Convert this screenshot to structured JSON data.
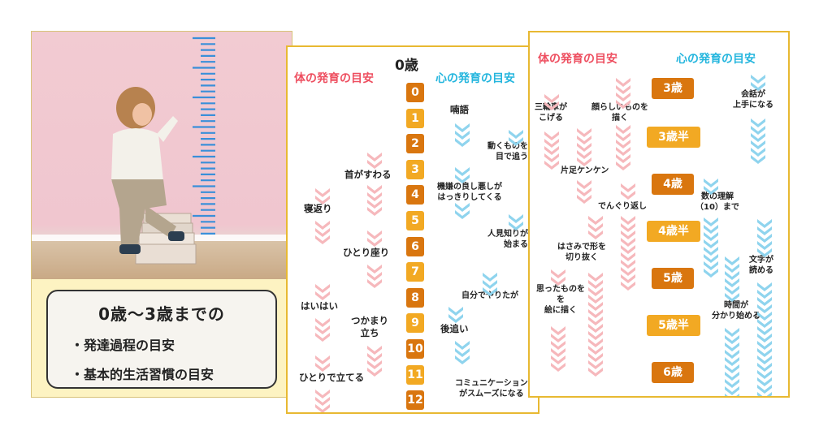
{
  "card1": {
    "caption": {
      "title": "0歳〜3歳までの",
      "lines": [
        "・発達過程の目安",
        "・基本的生活習慣の目安"
      ]
    }
  },
  "card2": {
    "title": "0歳",
    "body_header": "体の発育の目安",
    "mind_header": "心の発育の目安",
    "ages": [
      "0",
      "1",
      "2",
      "3",
      "4",
      "5",
      "6",
      "7",
      "8",
      "9",
      "10",
      "11",
      "12"
    ],
    "body_milestones": [
      "首がすわる",
      "寝返り",
      "ひとり座り",
      "はいはい",
      "つかまり\n立ち",
      "ひとりで立てる"
    ],
    "mind_milestones": [
      "喃語",
      "動くものを\n目で追う",
      "機嫌の良し悪しが\nはっきりしてくる",
      "人見知りが\n始まる",
      "自分でやりたが",
      "後追い",
      "コミュニケーション\nがスムーズになる"
    ]
  },
  "card3": {
    "body_header": "体の発育の目安",
    "mind_header": "心の発育の目安",
    "ages": [
      "3歳",
      "3歳半",
      "4歳",
      "4歳半",
      "5歳",
      "5歳半",
      "6歳"
    ],
    "body_milestones": [
      "三輪車が\nこげる",
      "顔らしいものを\n描く",
      "片足ケンケン",
      "でんぐり返し",
      "はさみで形を\n切り抜く",
      "思ったものを\nを\n絵に描く"
    ],
    "mind_milestones": [
      "会話が\n上手になる",
      "数の理解\n（10）まで",
      "文字が\n読める",
      "時間が\n分かり始める"
    ]
  },
  "colors": {
    "body": "#ee4f60",
    "mind": "#25b6de",
    "age_dark": "#d9760f",
    "age_light": "#f2a923",
    "pink_chevron": "#f6b8bc",
    "blue_chevron": "#8fd4ee",
    "card_border": "#e8b932"
  }
}
